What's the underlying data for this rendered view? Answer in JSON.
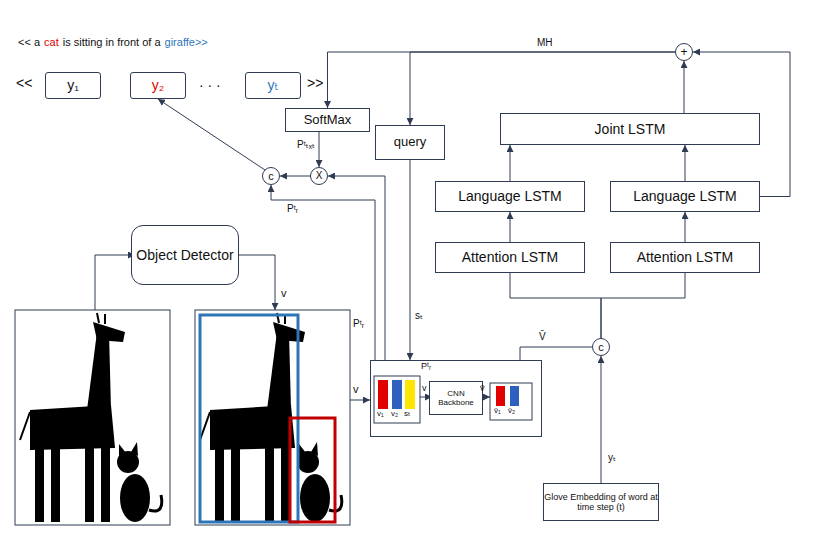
{
  "diagram": {
    "nodes": [
      {
        "text": [
          "y₁"
        ]
      },
      {
        "text": [
          "y₂"
        ]
      },
      {
        "text": [
          "yₜ"
        ]
      },
      {
        "text": [
          "+"
        ]
      },
      {
        "text": [
          "SoftMax"
        ]
      },
      {
        "text": [
          "query"
        ]
      },
      {
        "text": [
          "Joint LSTM"
        ]
      },
      {
        "text": [
          "X"
        ]
      },
      {
        "text": [
          "c"
        ]
      },
      {
        "text": [
          "Language LSTM"
        ]
      },
      {
        "text": [
          "Language LSTM"
        ]
      },
      {
        "text": [
          "Object Detector"
        ]
      },
      {
        "text": [
          "Attention LSTM"
        ]
      },
      {
        "text": [
          "Attention LSTM"
        ]
      },
      {
        "text": [
          "Pᵗᵣ"
        ]
      },
      {
        "text": [
          "CNN Backbone"
        ],
        "in": 14
      },
      {
        "text": [
          "c"
        ]
      },
      {
        "text": [
          "Glove Embedding of word at time step (t)"
        ]
      }
    ],
    "edges": [
      {
        "from": 8,
        "to": 1,
        "arrow": "to"
      },
      {
        "from": 7,
        "to": 8,
        "arrow": "to"
      },
      {
        "from": 4,
        "to": 7,
        "label": "Pᵗₜₓₜ",
        "arrow": "to"
      },
      {
        "from": 3,
        "to": 4,
        "label": "MH",
        "arrow": "to"
      },
      {
        "from": 3,
        "to": 5,
        "arrow": "to"
      },
      {
        "from": 6,
        "to": 3,
        "arrow": "to"
      },
      {
        "from": 10,
        "to": 3,
        "arrow": "to"
      },
      {
        "from": 9,
        "to": 6,
        "arrow": "to"
      },
      {
        "from": 10,
        "to": 6,
        "arrow": "to"
      },
      {
        "from": 12,
        "to": 9,
        "arrow": "to"
      },
      {
        "from": 13,
        "to": 10,
        "arrow": "to"
      },
      {
        "from": 16,
        "to": 12,
        "arrow": "none"
      },
      {
        "from": 16,
        "to": 13,
        "arrow": "none"
      },
      {
        "from": 14,
        "to": 16,
        "label": "V̄",
        "arrow": "none"
      },
      {
        "from": 17,
        "to": 16,
        "label": "yₜ",
        "arrow": "to"
      },
      {
        "from": 5,
        "to": 14,
        "label": "sₜ",
        "arrow": "to"
      },
      {
        "from": 14,
        "to": 7,
        "label": "Pᵗᵣ",
        "arrow": "to"
      },
      {
        "from": 14,
        "to": 8,
        "label": "Pᵗᵣ",
        "arrow": "to"
      }
    ],
    "labels": [
      "<< a",
      "cat",
      "is sitting in front of a",
      "giraffe>>",
      "<<",
      "· · ·",
      ">>",
      "v",
      "v",
      "v₁",
      "v₂",
      "sₜ",
      "v",
      "v̄",
      "v̄₁",
      "v̄₂"
    ]
  }
}
